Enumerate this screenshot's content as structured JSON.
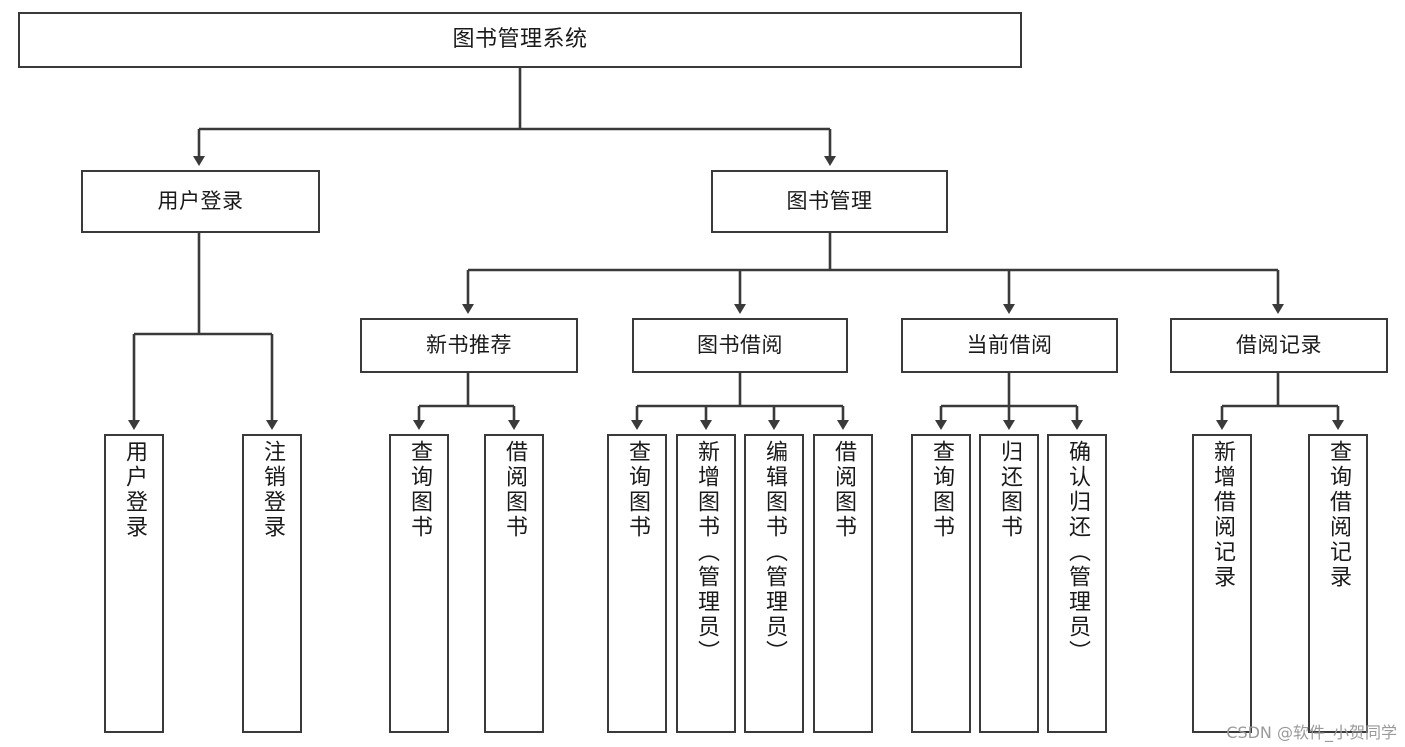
{
  "diagram": {
    "title": "图书管理系统",
    "type": "tree-hierarchy-chart",
    "stroke_color": "#3a3a3a",
    "fill_color": "#ffffff",
    "text_color": "#1a1a1a",
    "root": {
      "label": "图书管理系统"
    },
    "level2": [
      {
        "label": "用户登录"
      },
      {
        "label": "图书管理"
      }
    ],
    "level3": [
      {
        "label": "新书推荐"
      },
      {
        "label": "图书借阅"
      },
      {
        "label": "当前借阅"
      },
      {
        "label": "借阅记录"
      }
    ],
    "leaves": {
      "user_login": [
        {
          "label": "用户登录"
        },
        {
          "label": "注销登录"
        }
      ],
      "new_book_recommend": [
        {
          "label": "查询图书"
        },
        {
          "label": "借阅图书"
        }
      ],
      "book_borrow": [
        {
          "label": "查询图书"
        },
        {
          "label": "新增图书（管理员）"
        },
        {
          "label": "编辑图书（管理员）"
        },
        {
          "label": "借阅图书"
        }
      ],
      "current_borrow": [
        {
          "label": "查询图书"
        },
        {
          "label": "归还图书"
        },
        {
          "label": "确认归还（管理员）"
        }
      ],
      "borrow_record": [
        {
          "label": "新增借阅记录"
        },
        {
          "label": "查询借阅记录"
        }
      ]
    }
  },
  "watermark": {
    "text": "CSDN @软件_小贺同学"
  }
}
